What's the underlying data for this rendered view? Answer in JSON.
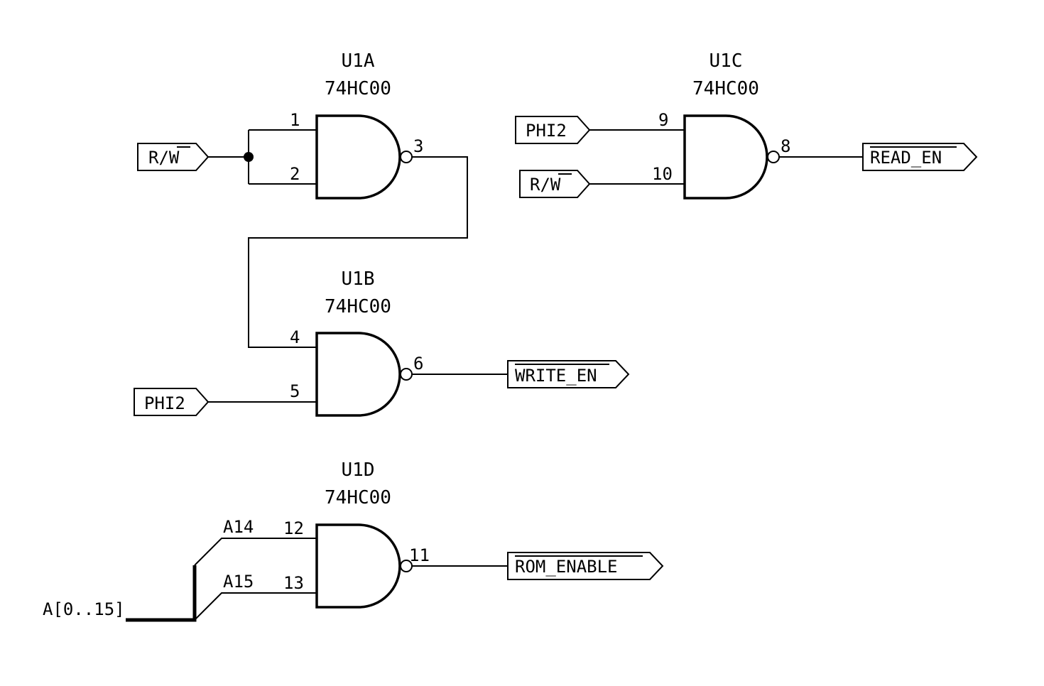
{
  "schematic": {
    "gates": [
      {
        "id": "U1A",
        "ref": "U1A",
        "value": "74HC00",
        "type": "NAND",
        "pins": {
          "in1": "1",
          "in2": "2",
          "out": "3"
        }
      },
      {
        "id": "U1B",
        "ref": "U1B",
        "value": "74HC00",
        "type": "NAND",
        "pins": {
          "in1": "4",
          "in2": "5",
          "out": "6"
        }
      },
      {
        "id": "U1C",
        "ref": "U1C",
        "value": "74HC00",
        "type": "NAND",
        "pins": {
          "in1": "9",
          "in2": "10",
          "out": "8"
        }
      },
      {
        "id": "U1D",
        "ref": "U1D",
        "value": "74HC00",
        "type": "NAND",
        "pins": {
          "in1": "12",
          "in2": "13",
          "out": "11"
        }
      }
    ],
    "ports": {
      "rw_u1a": {
        "text_main": "R/",
        "text_bar": "W",
        "direction": "input"
      },
      "phi2_u1b": {
        "text": "PHI2",
        "direction": "input"
      },
      "phi2_u1c": {
        "text": "PHI2",
        "direction": "input"
      },
      "rw_u1c": {
        "text_main": "R/",
        "text_bar": "W",
        "direction": "input"
      },
      "write_en": {
        "text": "WRITE_EN",
        "overbar": true,
        "direction": "output"
      },
      "read_en": {
        "text": "READ_EN",
        "overbar": true,
        "direction": "output"
      },
      "rom_enable": {
        "text": "ROM_ENABLE",
        "overbar": true,
        "direction": "output"
      }
    },
    "bus": {
      "label": "A[0..15]",
      "entries": [
        "A14",
        "A15"
      ]
    }
  }
}
